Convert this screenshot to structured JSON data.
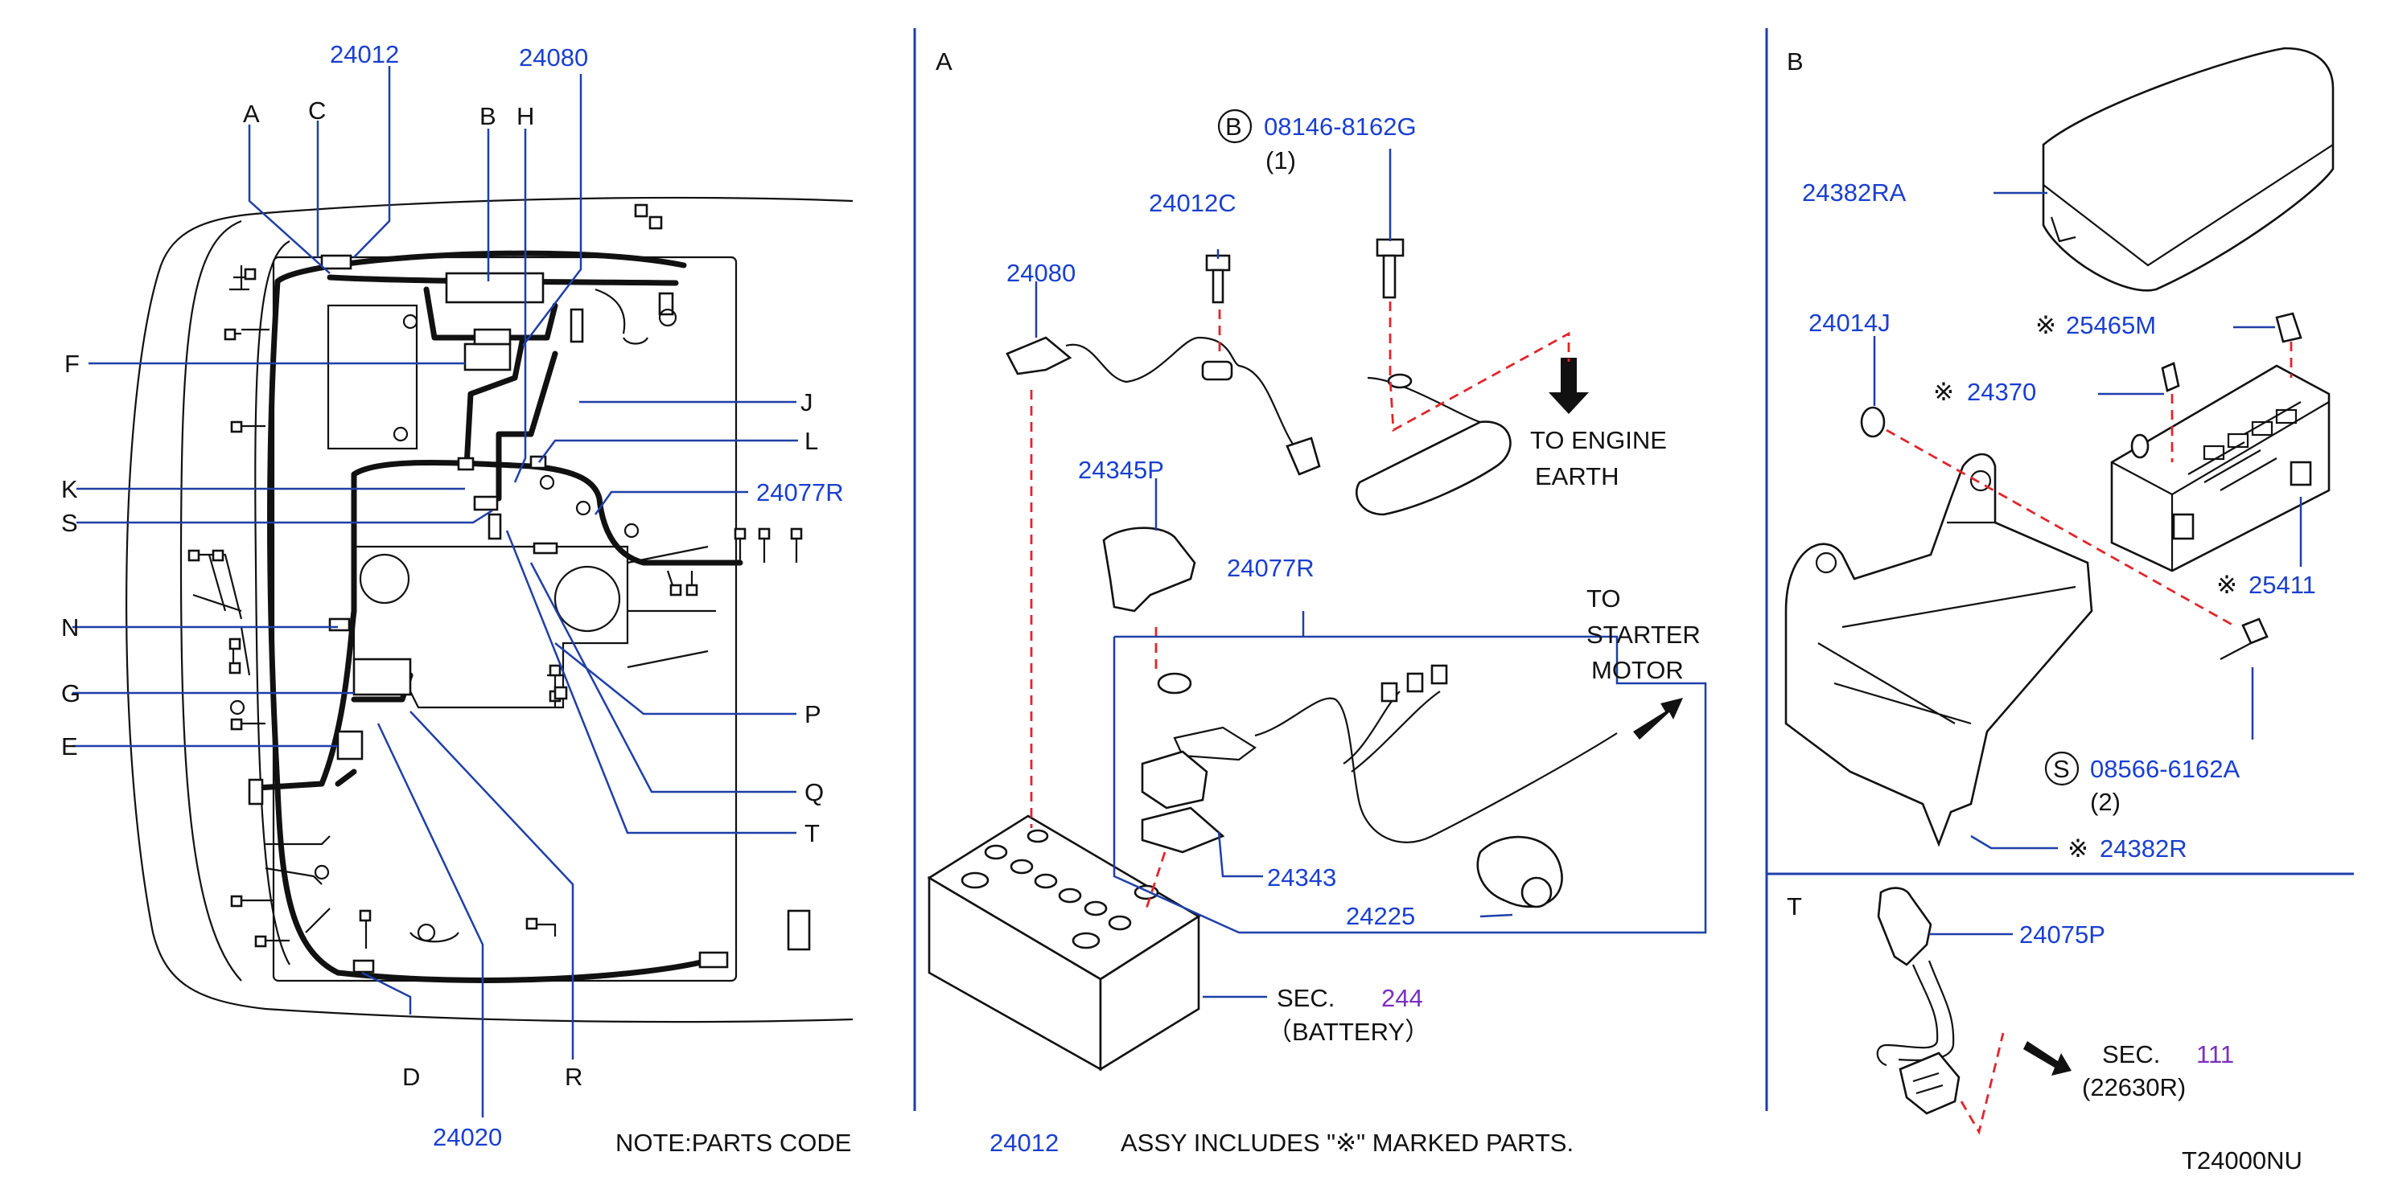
{
  "colors": {
    "callout": "#1f3fa8",
    "part_number": "#1a3fd0",
    "section_ref": "#7a2fc0",
    "assembly_line": "#e0262b",
    "ink": "#111111"
  },
  "left_panel": {
    "top_parts": [
      "24012",
      "24080"
    ],
    "letters_top": [
      "A",
      "C",
      "B",
      "H"
    ],
    "letters_left": [
      "F",
      "K",
      "S",
      "N",
      "G",
      "E"
    ],
    "letters_right": [
      "J",
      "L",
      "P",
      "Q",
      "T"
    ],
    "part_24077R": "24077R",
    "bottom_letters": [
      "D",
      "R"
    ],
    "bottom_part": "24020"
  },
  "panel_a": {
    "title": "A",
    "bolt_mark": "B",
    "bolt_part": "08146-8162G",
    "bolt_qty": "(1)",
    "part_24012C": "24012C",
    "part_24080": "24080",
    "engine_earth": [
      "TO  ENGINE",
      "EARTH"
    ],
    "part_24345P": "24345P",
    "part_24077R": "24077R",
    "starter": [
      "TO",
      "STARTER",
      "MOTOR"
    ],
    "part_24343": "24343",
    "part_24225": "24225",
    "sec_prefix": "SEC.",
    "sec_number": "244",
    "battery": "（BATTERY）"
  },
  "panel_b": {
    "title": "B",
    "part_24382RA": "24382RA",
    "part_24014J": "24014J",
    "mark": "※",
    "part_25465M": "25465M",
    "part_24370": "24370",
    "part_25411": "25411",
    "screw_mark": "S",
    "screw_part": "08566-6162A",
    "screw_qty": "(2)",
    "part_24382R": "24382R"
  },
  "panel_t": {
    "title": "T",
    "part_24075P": "24075P",
    "sec_prefix": "SEC.",
    "sec_number": "111",
    "sec_part": "(22630R)"
  },
  "note": {
    "prefix": "NOTE:PARTS  CODE",
    "code": "24012",
    "suffix": "ASSY  INCLUDES  \"※\"  MARKED  PARTS."
  },
  "diagram_id": "T24000NU"
}
